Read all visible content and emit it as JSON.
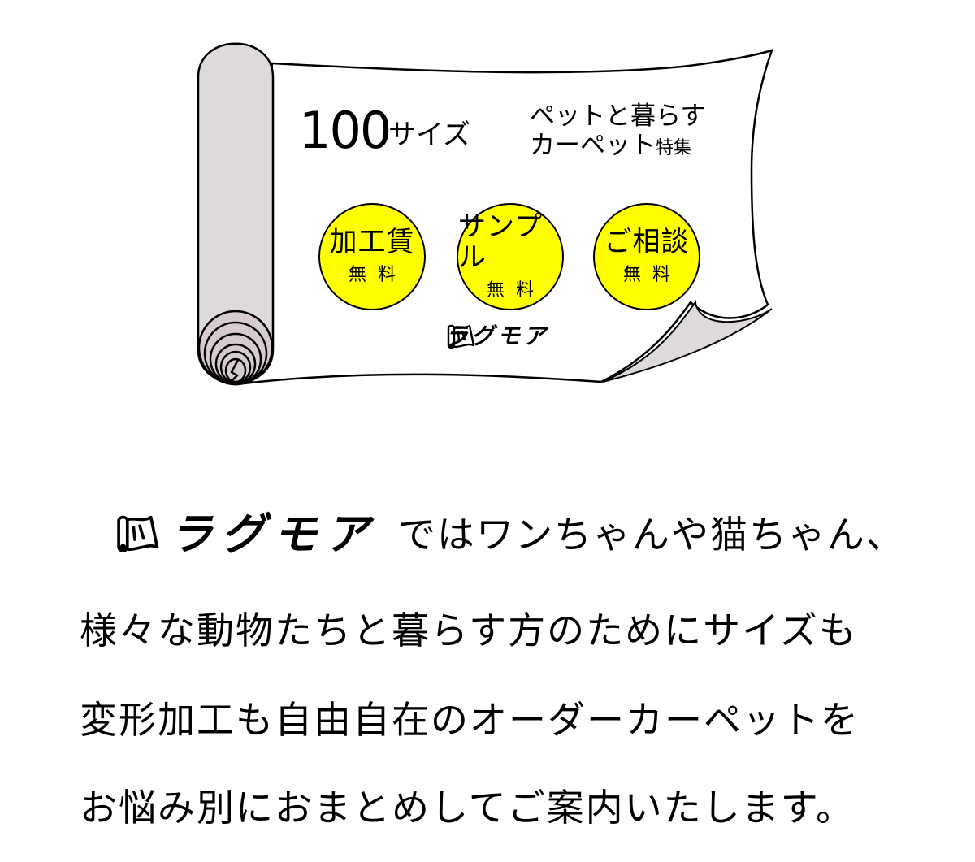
{
  "banner": {
    "headline_number": "100",
    "headline_suffix": "サイズ",
    "subtitle_line1": "ペットと暮らす",
    "subtitle_line2_main": "カーペット",
    "subtitle_line2_small": "特集",
    "badges": [
      {
        "title": "加工賃",
        "subtitle": "無料"
      },
      {
        "title": "サンプル",
        "subtitle": "無料"
      },
      {
        "title": "ご相談",
        "subtitle": "無料"
      }
    ],
    "logo_text": "ラグモア",
    "colors": {
      "badge": "#ffff00",
      "roll": "#ded9da",
      "outline": "#000000"
    }
  },
  "copy": {
    "brand": "ラグモア",
    "line1_rest": "ではワンちゃんや猫ちゃん、",
    "line2": "様々な動物たちと暮らす方のためにサイズも",
    "line3_highlight": "変形加工も自由自在",
    "line3_rest": "のオーダーカーペットを",
    "line4_highlight": "お悩み別におまとめ",
    "line4_rest": "してご案内いたします。",
    "highlight_color": "#ffff00"
  }
}
